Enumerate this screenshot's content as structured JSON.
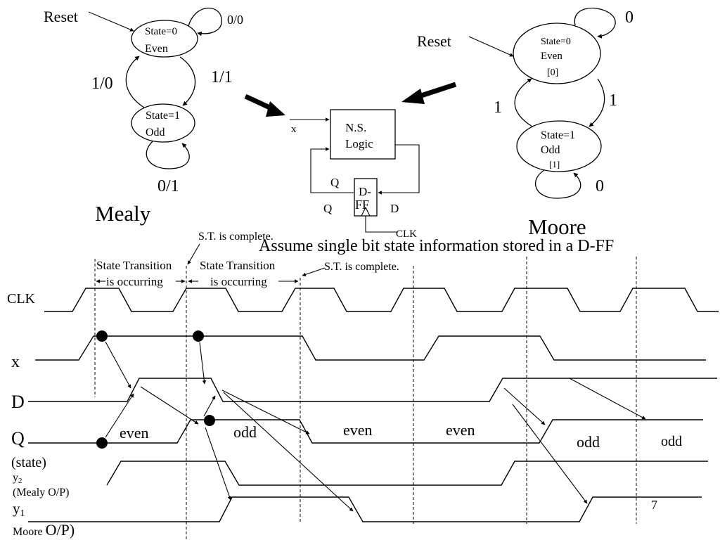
{
  "mealy": {
    "title": "Mealy",
    "reset": "Reset",
    "state0_line1": "State=0",
    "state0_line2": "Even",
    "state1_line1": "State=1",
    "state1_line2": "Odd",
    "loop0": "0/0",
    "t01": "1/1",
    "t10": "1/0",
    "loop1": "0/1"
  },
  "moore": {
    "title": "Moore",
    "reset": "Reset",
    "state0_line1": "State=0",
    "state0_line2": "Even",
    "state0_out": "[0]",
    "state1_line1": "State=1",
    "state1_line2": "Odd",
    "state1_out": "[1]",
    "loop0": "0",
    "t01": "1",
    "t10": "1",
    "loop1": "0"
  },
  "circuit": {
    "input_x": "x",
    "ns_line1": "N.S.",
    "ns_line2": "Logic",
    "q_top": "Q",
    "d_label": "D-",
    "ff_label": "FF",
    "q_out": "Q",
    "d_in": "D",
    "clk": "CLK"
  },
  "heading": "Assume single bit state information stored in a D-FF",
  "timing": {
    "st_complete_1": "S.T. is complete.",
    "st_complete_2": "S.T. is complete.",
    "transition_1_line1": "State Transition",
    "transition_1_line2": "is occurring",
    "transition_2_line1": "State Transition",
    "transition_2_line2": "is occurring",
    "signals": {
      "clk": "CLK",
      "x": "x",
      "d": "D",
      "q": "Q",
      "state": "(state)",
      "y2": "y",
      "y2_sub": "2",
      "mealy_op": "(Mealy O/P)",
      "y1": "y",
      "y1_sub": "1",
      "moore_prefix": "Moore ",
      "moore_op": "O/P)"
    },
    "state_labels": [
      "even",
      "odd",
      "even",
      "even",
      "odd",
      "odd"
    ]
  },
  "page_number": "7"
}
